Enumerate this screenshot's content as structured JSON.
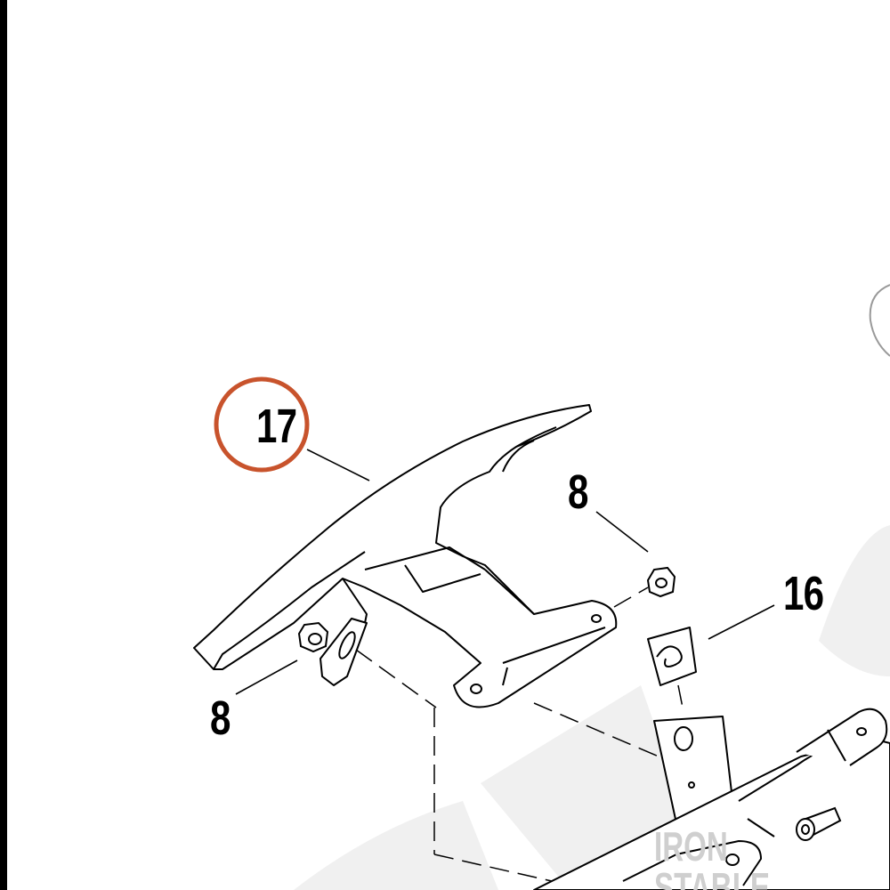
{
  "diagram": {
    "callouts": [
      {
        "id": "callout-17",
        "label": "17"
      },
      {
        "id": "callout-8-upper",
        "label": "8"
      },
      {
        "id": "callout-16",
        "label": "16"
      },
      {
        "id": "callout-8-lower",
        "label": "8"
      }
    ],
    "highlight_color": "#c8532c",
    "line_color": "#000000",
    "background_color": "#ffffff"
  },
  "watermark": {
    "text": "IRON STABLE",
    "color": "#cfcfcf"
  }
}
